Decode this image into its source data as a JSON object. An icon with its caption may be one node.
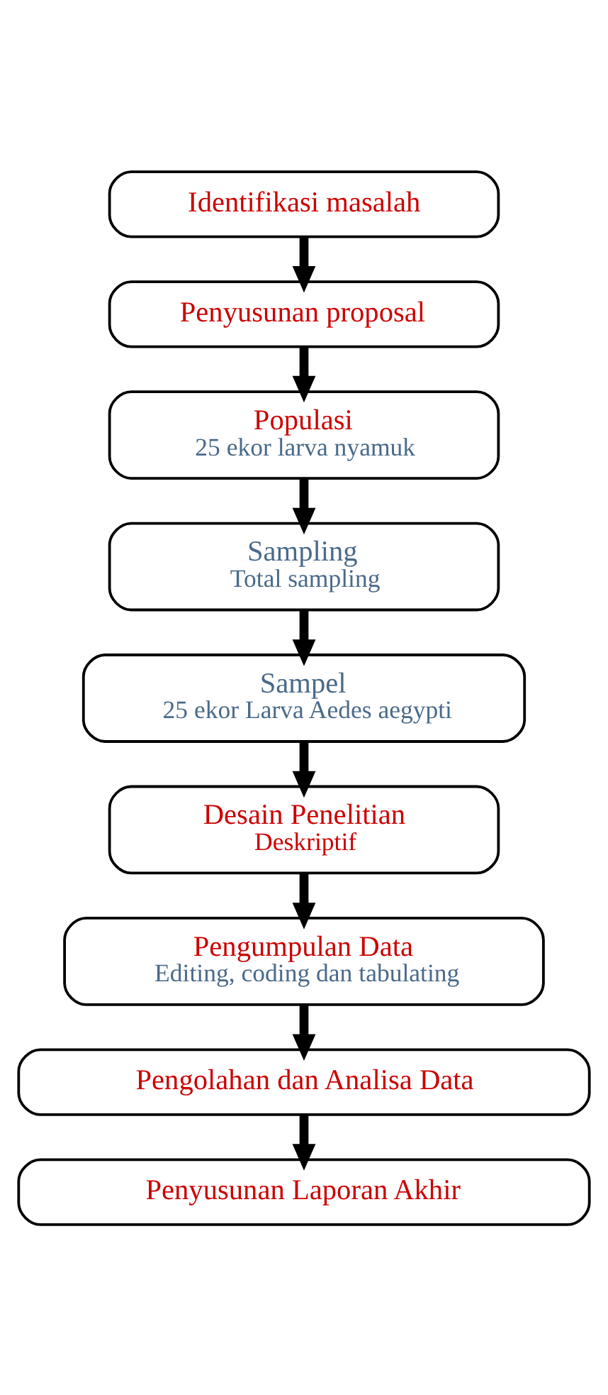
{
  "diagram": {
    "nodes": [
      {
        "text": [
          "Identifikasi masalah"
        ]
      },
      {
        "text": [
          "Penyusunan proposal"
        ]
      },
      {
        "text": [
          "Populasi",
          "25 ekor larva nyamuk"
        ]
      },
      {
        "text": [
          "Sampling",
          "Total sampling"
        ]
      },
      {
        "text": [
          "Sampel",
          "25 ekor Larva Aedes aegypti"
        ]
      },
      {
        "text": [
          "Desain Penelitian",
          "Deskriptif"
        ]
      },
      {
        "text": [
          "Pengumpulan Data",
          "Editing, coding dan tabulating"
        ]
      },
      {
        "text": [
          "Pengolahan dan Analisa Data"
        ]
      },
      {
        "text": [
          "Penyusunan Laporan Akhir"
        ]
      }
    ],
    "edges": [
      {
        "from": 0,
        "to": 1,
        "arrow": "to"
      },
      {
        "from": 1,
        "to": 2,
        "arrow": "to"
      },
      {
        "from": 2,
        "to": 3,
        "arrow": "to"
      },
      {
        "from": 3,
        "to": 4,
        "arrow": "to"
      },
      {
        "from": 4,
        "to": 5,
        "arrow": "to"
      },
      {
        "from": 5,
        "to": 6,
        "arrow": "to"
      },
      {
        "from": 6,
        "to": 7,
        "arrow": "to"
      },
      {
        "from": 7,
        "to": 8,
        "arrow": "to"
      }
    ]
  }
}
